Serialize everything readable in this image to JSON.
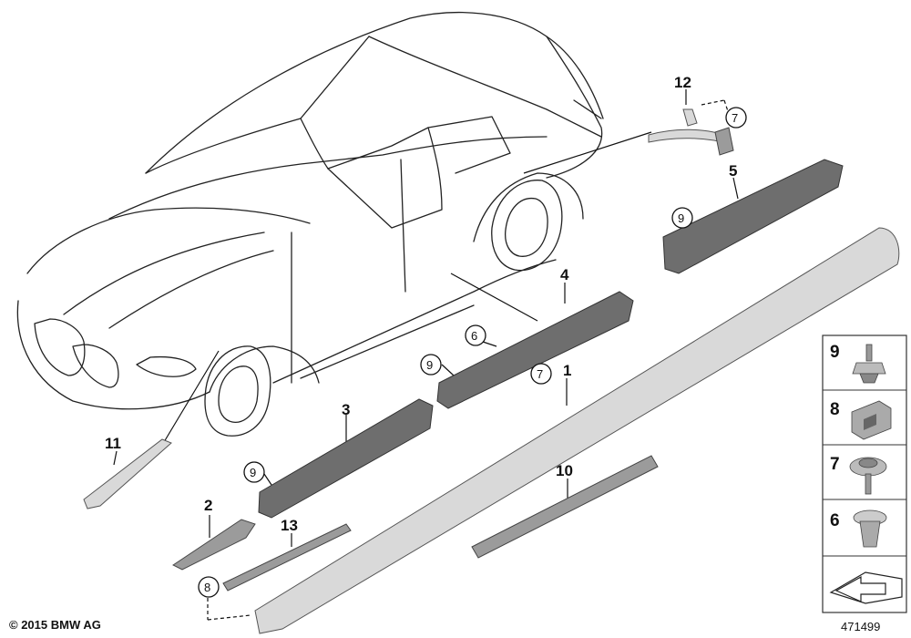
{
  "diagram": {
    "copyright": "© 2015 BMW AG",
    "diagram_number": "471499",
    "callouts": {
      "c1": "1",
      "c2": "2",
      "c3": "3",
      "c4": "4",
      "c5": "5",
      "c6": "6",
      "c7a": "7",
      "c7b": "7",
      "c8": "8",
      "c9a": "9",
      "c9b": "9",
      "c9c": "9",
      "c10": "10",
      "c11": "11",
      "c12": "12",
      "c13": "13"
    },
    "legend": {
      "l9": "9",
      "l8": "8",
      "l7": "7",
      "l6": "6"
    }
  }
}
